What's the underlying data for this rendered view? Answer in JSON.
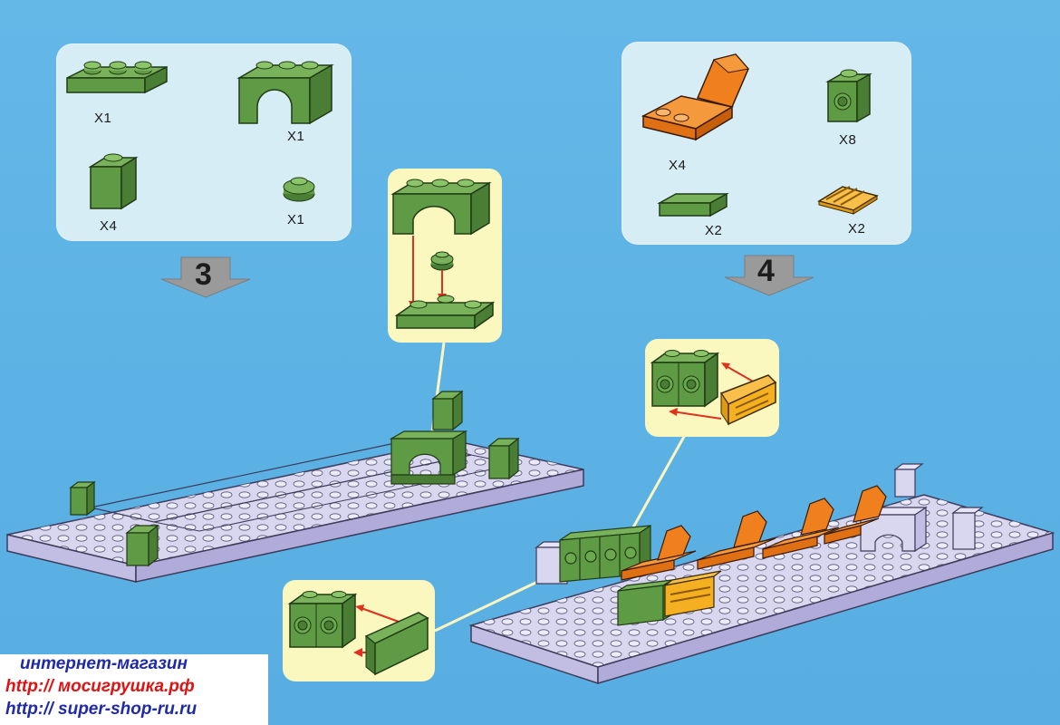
{
  "steps": [
    {
      "number": "3",
      "parts": [
        {
          "name": "green-plate-1x3",
          "qty": "X1"
        },
        {
          "name": "green-arch-brick",
          "qty": "X1"
        },
        {
          "name": "green-cube-1x1",
          "qty": "X4"
        },
        {
          "name": "green-round-plate",
          "qty": "X1"
        }
      ]
    },
    {
      "number": "4",
      "parts": [
        {
          "name": "orange-seat",
          "qty": "X4"
        },
        {
          "name": "green-side-stud-brick",
          "qty": "X8"
        },
        {
          "name": "green-tile-1x2",
          "qty": "X2"
        },
        {
          "name": "yellow-grille-tile",
          "qty": "X2"
        }
      ]
    }
  ],
  "watermark": {
    "line1": "интернет-магазин",
    "line2": "http:// мосигрушка.рф",
    "line3": "http:// super-shop-ru.ru"
  },
  "colors": {
    "background": "#5fb4e6",
    "panel": "#d7edf6",
    "callout": "#fbf8bf",
    "green_brick": "#5f9a45",
    "lavender_plate": "#d9d6ef",
    "orange_seat": "#f07f1e",
    "yellow_tile": "#f5b021",
    "arrow_red": "#e0301e",
    "leader_line": "#fbf6c0",
    "step_arrow": "#9a9a9a"
  }
}
